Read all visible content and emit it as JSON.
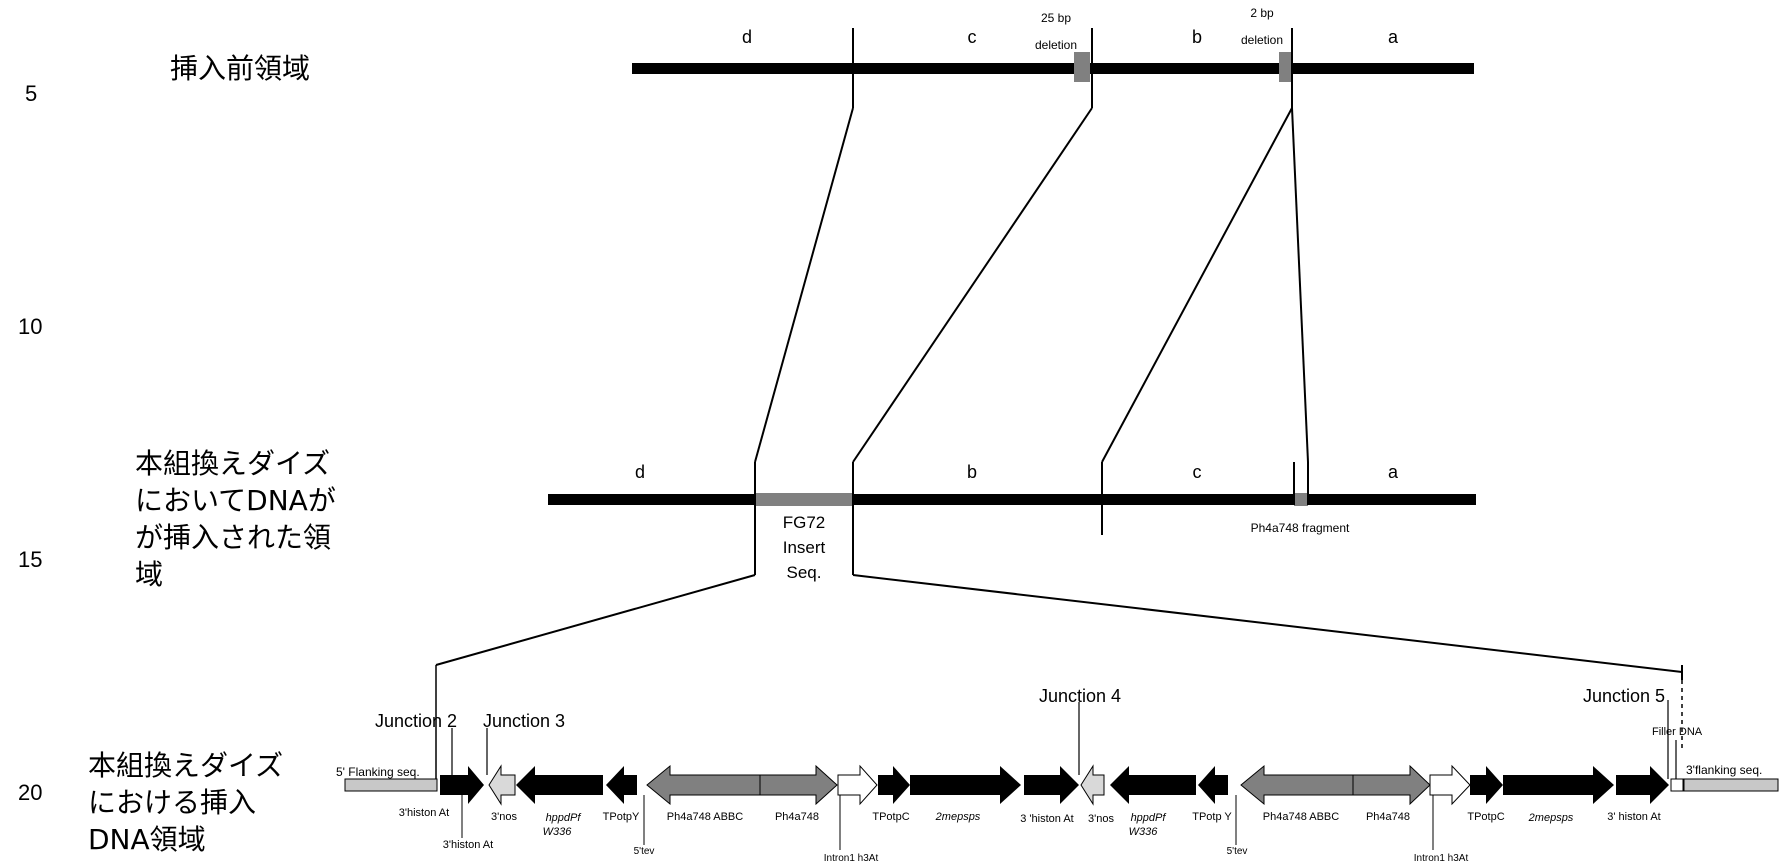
{
  "line_numbers": [
    "5",
    "10",
    "15",
    "20"
  ],
  "row_titles": {
    "pre_insertion": "挿入前領域",
    "inserted_region": [
      "本組換えダイズ",
      "においてDNAが",
      "が挿入された領",
      "域"
    ],
    "insert_dna": [
      "本組換えダイズ",
      "における挿入",
      "DNA領域"
    ]
  },
  "top_segments": [
    "d",
    "c",
    "b",
    "a"
  ],
  "deletions": [
    {
      "line1": "25 bp",
      "line2": "deletion"
    },
    {
      "line1": "2 bp",
      "line2": "deletion"
    }
  ],
  "middle_segments": [
    "d",
    "b",
    "c",
    "a"
  ],
  "insert_box": [
    "FG72",
    "Insert",
    "Seq."
  ],
  "fragment_label": "Ph4a748 fragment",
  "junctions": [
    "Junction 2",
    "Junction 3",
    "Junction 4",
    "Junction 5"
  ],
  "flanks": {
    "left": "5' Flanking seq.",
    "right": "3'flanking seq.",
    "filler": "Filler DNA"
  },
  "elements": {
    "histon_a": "3'histon At",
    "histon_b": "3'histon At",
    "nos_1": "3'nos",
    "hppd_1": [
      "hppdPf",
      "W336"
    ],
    "tpotpy_1": "TPotpY",
    "tev_1": "5'tev",
    "abbc_1": "Ph4a748 ABBC",
    "ph4a_1": "Ph4a748",
    "intron_1": "Intron1 h3At",
    "tpotpc_1": "TPotpC",
    "mepsps_1": "2mepsps",
    "histon_c": "3 'histon At",
    "nos_2": "3'nos",
    "hppd_2": [
      "hppdPf",
      "W336"
    ],
    "tpotpy_2": "TPotp Y",
    "tev_2": "5'tev",
    "abbc_2": "Ph4a748 ABBC",
    "ph4a_2": "Ph4a748",
    "intron_2": "Intron1 h3At",
    "tpotpc_2": "TPotpC",
    "mepsps_2": "2mepsps",
    "histon_d": "3' histon At"
  },
  "colors": {
    "black": "#000000",
    "dark_gray": "#808080",
    "light_gray": "#d9d9d9",
    "flank_gray": "#c8c8c8",
    "white": "#ffffff"
  }
}
